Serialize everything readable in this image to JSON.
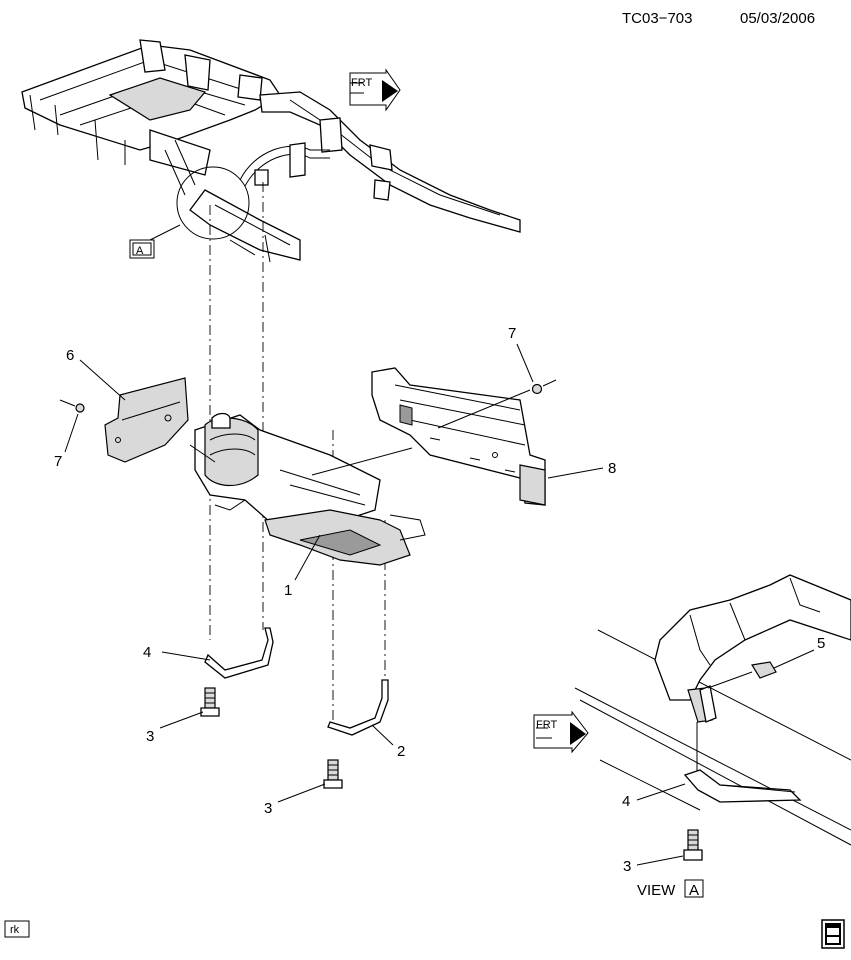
{
  "header": {
    "doc_code": "TC03−703",
    "date": "05/03/2006"
  },
  "direction_labels": {
    "top": "FRT",
    "view_a": "FRT"
  },
  "callout_box_letter": "A",
  "view_caption": {
    "text": "VIEW",
    "letter": "A"
  },
  "callouts": [
    {
      "id": "c1",
      "text": "1"
    },
    {
      "id": "c2",
      "text": "2"
    },
    {
      "id": "c3a",
      "text": "3"
    },
    {
      "id": "c3b",
      "text": "3"
    },
    {
      "id": "c3c",
      "text": "3"
    },
    {
      "id": "c4a",
      "text": "4"
    },
    {
      "id": "c4b",
      "text": "4"
    },
    {
      "id": "c5",
      "text": "5"
    },
    {
      "id": "c6",
      "text": "6"
    },
    {
      "id": "c7a",
      "text": "7"
    },
    {
      "id": "c7b",
      "text": "7"
    },
    {
      "id": "c8",
      "text": "8"
    }
  ],
  "footer": {
    "left_tag": "rk",
    "right_logo": "gm spo"
  }
}
